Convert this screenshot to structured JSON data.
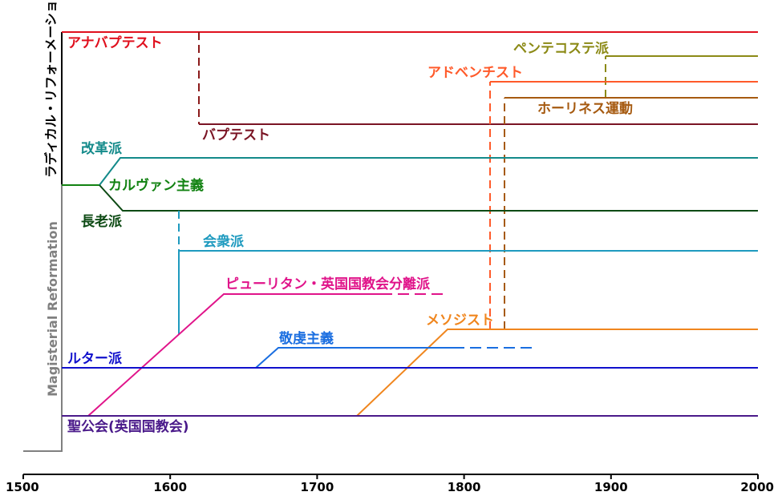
{
  "axis": {
    "ticks": [
      {
        "year": 1500,
        "label": "1500"
      },
      {
        "year": 1600,
        "label": "1600"
      },
      {
        "year": 1700,
        "label": "1700"
      },
      {
        "year": 1800,
        "label": "1800"
      },
      {
        "year": 1900,
        "label": "1900"
      },
      {
        "year": 2000,
        "label": "2000"
      }
    ],
    "range": [
      1500,
      2000
    ]
  },
  "eras": {
    "radical": "ラディカル・リフォーメーション",
    "magisterial": "Magisterial Reformation"
  },
  "labels": {
    "anabaptist": "アナバプテスト",
    "pentecostal": "ペンテコステ派",
    "adventist": "アドベンチスト",
    "holiness": "ホーリネス運動",
    "baptist": "バプテスト",
    "reformed": "改革派",
    "calvinism": "カルヴァン主義",
    "presbyterian": "長老派",
    "congregational": "会衆派",
    "puritan": "ピューリタン・英国国教会分離派",
    "methodist": "メソジスト",
    "pietism": "敬虔主義",
    "lutheran": "ルター派",
    "anglican": "聖公会(英国国教会)"
  },
  "colors": {
    "anabaptist": "#e0101e",
    "baptist_dashed": "#8b1a1a",
    "baptist": "#7a1424",
    "pentecostal": "#8c8a16",
    "adventist": "#ff5a2a",
    "holiness": "#a65a10",
    "reformed": "#138a8a",
    "calvinism": "#128212",
    "presbyterian": "#0d4a14",
    "congregational": "#1e9abf",
    "puritan": "#e0148a",
    "methodist": "#f0861e",
    "pietism": "#1a6ee0",
    "lutheran": "#1010cc",
    "anglican": "#4a1a8a",
    "era_bar": "#808080",
    "axis": "#000000"
  }
}
